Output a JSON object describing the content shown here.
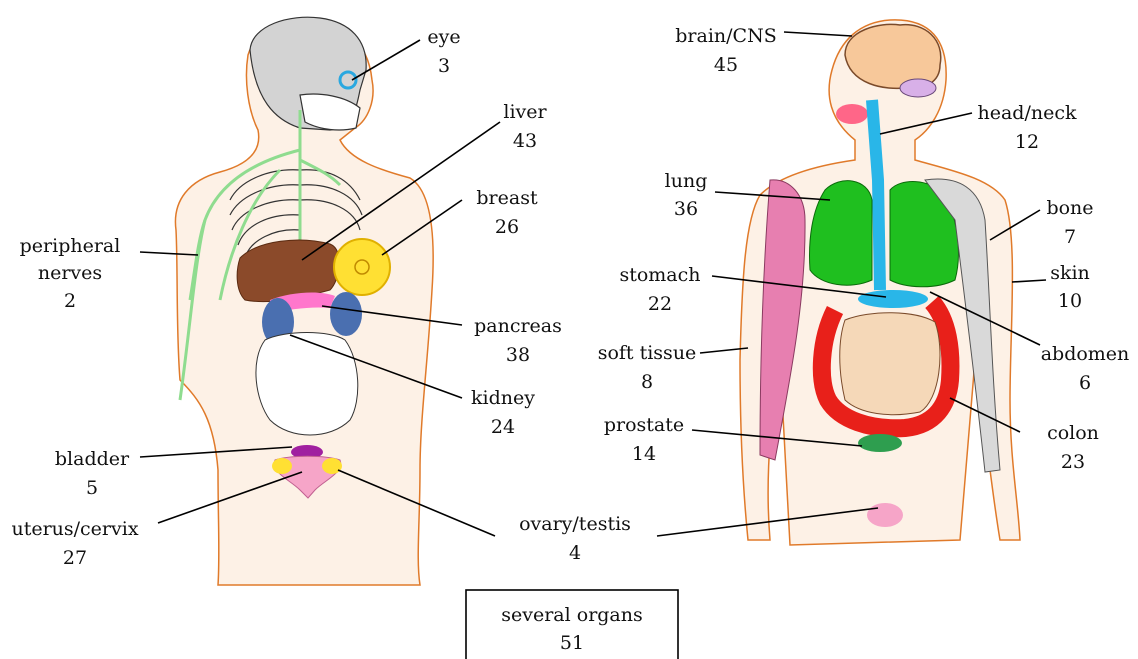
{
  "labels": {
    "eye": {
      "name": "eye",
      "count": "3"
    },
    "liver": {
      "name": "liver",
      "count": "43"
    },
    "breast": {
      "name": "breast",
      "count": "26"
    },
    "peripheral": {
      "name": "peripheral",
      "name2": "nerves",
      "count": "2"
    },
    "pancreas": {
      "name": "pancreas",
      "count": "38"
    },
    "kidney": {
      "name": "kidney",
      "count": "24"
    },
    "bladder": {
      "name": "bladder",
      "count": "5"
    },
    "uterus": {
      "name": "uterus/cervix",
      "count": "27"
    },
    "ovary": {
      "name": "ovary/testis",
      "count": "4"
    },
    "brain": {
      "name": "brain/CNS",
      "count": "45"
    },
    "headneck": {
      "name": "head/neck",
      "count": "12"
    },
    "lung": {
      "name": "lung",
      "count": "36"
    },
    "bone": {
      "name": "bone",
      "count": "7"
    },
    "skin": {
      "name": "skin",
      "count": "10"
    },
    "stomach": {
      "name": "stomach",
      "count": "22"
    },
    "abdomen": {
      "name": "abdomen",
      "count": "6"
    },
    "softtissue": {
      "name": "soft tissue",
      "count": "8"
    },
    "prostate": {
      "name": "prostate",
      "count": "14"
    },
    "colon": {
      "name": "colon",
      "count": "23"
    }
  },
  "box": {
    "name": "several organs",
    "count": "51"
  },
  "colors": {
    "skin_fill": "#fdf1e6",
    "outline": "#e07a2a",
    "liver": "#8b4a2a",
    "breast": "#ffe033",
    "kidney": "#4a6fb0",
    "pancreas": "#ff77cc",
    "bladder": "#a020a0",
    "uterus": "#f6a5c8",
    "lung": "#1fbf1f",
    "brain": "#f7c89a",
    "airway": "#29b6e8",
    "colon": "#e8201a",
    "muscle": "#e77fb0",
    "bone": "#d9d9d9",
    "prostate": "#2e9e4f",
    "nerves": "#8fdc8f",
    "skull": "#d3d3d3"
  }
}
